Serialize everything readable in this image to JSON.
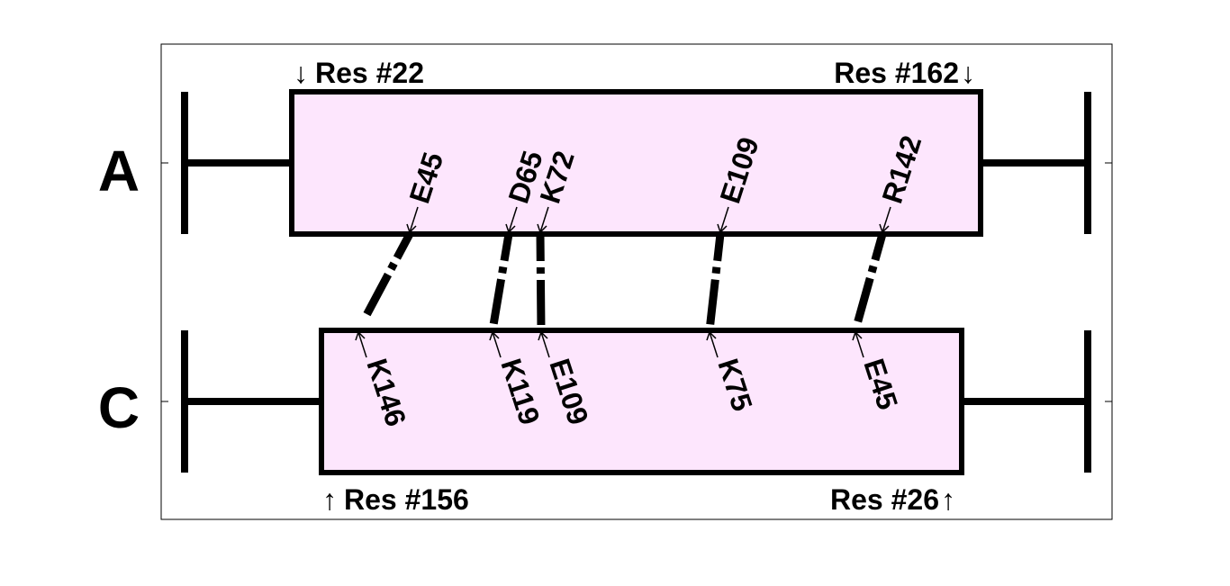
{
  "chains": [
    {
      "label": "A",
      "start_label": "Res #22",
      "end_label": "Res #162",
      "arrow_glyph": "↓",
      "fill_color": "#fde6fd",
      "residues": [
        "E45",
        "D65",
        "K72",
        "E109",
        "R142"
      ]
    },
    {
      "label": "C",
      "start_label": "Res #156",
      "end_label": "Res #26",
      "arrow_glyph": "↑",
      "fill_color": "#fde6fd",
      "residues": [
        "K146",
        "K119",
        "E109",
        "K75",
        "E45"
      ]
    }
  ],
  "links": [
    {
      "from": "E45",
      "to": "K146"
    },
    {
      "from": "D65",
      "to": "K119"
    },
    {
      "from": "K72",
      "to": "E109"
    },
    {
      "from": "E109",
      "to": "K75"
    },
    {
      "from": "R142",
      "to": "E45"
    }
  ],
  "colors": {
    "stroke": "#000000",
    "frame": "#000000",
    "box_fill": "#fde6fd"
  }
}
